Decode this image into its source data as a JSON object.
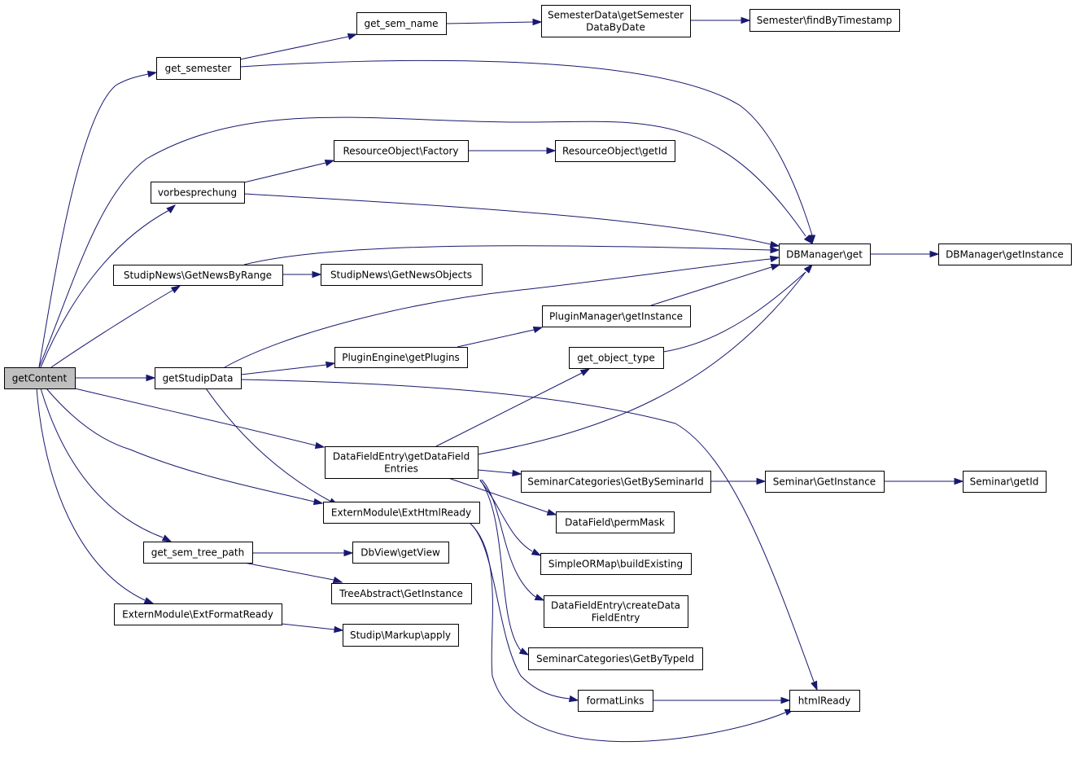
{
  "graph": {
    "colors": {
      "edge": "#191970",
      "node_border": "#000000",
      "node_fill": "#ffffff",
      "root_fill": "#bfbfbf"
    },
    "nodes": [
      {
        "id": "getContent",
        "lines": [
          "getContent"
        ],
        "root": true
      },
      {
        "id": "get_semester",
        "lines": [
          "get_semester"
        ]
      },
      {
        "id": "get_sem_name",
        "lines": [
          "get_sem_name"
        ]
      },
      {
        "id": "SemesterData_getSemesterDataByDate",
        "lines": [
          "SemesterData\\getSemester",
          "DataByDate"
        ]
      },
      {
        "id": "Semester_findByTimestamp",
        "lines": [
          "Semester\\findByTimestamp"
        ]
      },
      {
        "id": "vorbesprechung",
        "lines": [
          "vorbesprechung"
        ]
      },
      {
        "id": "ResourceObject_Factory",
        "lines": [
          "ResourceObject\\Factory"
        ]
      },
      {
        "id": "ResourceObject_getId",
        "lines": [
          "ResourceObject\\getId"
        ]
      },
      {
        "id": "DBManager_get",
        "lines": [
          "DBManager\\get"
        ]
      },
      {
        "id": "DBManager_getInstance",
        "lines": [
          "DBManager\\getInstance"
        ]
      },
      {
        "id": "StudipNews_GetNewsByRange",
        "lines": [
          "StudipNews\\GetNewsByRange"
        ]
      },
      {
        "id": "StudipNews_GetNewsObjects",
        "lines": [
          "StudipNews\\GetNewsObjects"
        ]
      },
      {
        "id": "PluginManager_getInstance",
        "lines": [
          "PluginManager\\getInstance"
        ]
      },
      {
        "id": "getStudipData",
        "lines": [
          "getStudipData"
        ]
      },
      {
        "id": "PluginEngine_getPlugins",
        "lines": [
          "PluginEngine\\getPlugins"
        ]
      },
      {
        "id": "get_object_type",
        "lines": [
          "get_object_type"
        ]
      },
      {
        "id": "DataFieldEntry_getDataFieldEntries",
        "lines": [
          "DataFieldEntry\\getDataField",
          "Entries"
        ]
      },
      {
        "id": "SeminarCategories_GetBySeminarId",
        "lines": [
          "SeminarCategories\\GetBySeminarId"
        ]
      },
      {
        "id": "Seminar_GetInstance",
        "lines": [
          "Seminar\\GetInstance"
        ]
      },
      {
        "id": "Seminar_getId",
        "lines": [
          "Seminar\\getId"
        ]
      },
      {
        "id": "ExternModule_ExtHtmlReady",
        "lines": [
          "ExternModule\\ExtHtmlReady"
        ]
      },
      {
        "id": "DataField_permMask",
        "lines": [
          "DataField\\permMask"
        ]
      },
      {
        "id": "get_sem_tree_path",
        "lines": [
          "get_sem_tree_path"
        ]
      },
      {
        "id": "DbView_getView",
        "lines": [
          "DbView\\getView"
        ]
      },
      {
        "id": "SimpleORMap_buildExisting",
        "lines": [
          "SimpleORMap\\buildExisting"
        ]
      },
      {
        "id": "TreeAbstract_GetInstance",
        "lines": [
          "TreeAbstract\\GetInstance"
        ]
      },
      {
        "id": "DataFieldEntry_createDataFieldEntry",
        "lines": [
          "DataFieldEntry\\createData",
          "FieldEntry"
        ]
      },
      {
        "id": "ExternModule_ExtFormatReady",
        "lines": [
          "ExternModule\\ExtFormatReady"
        ]
      },
      {
        "id": "Studip_Markup_apply",
        "lines": [
          "Studip\\Markup\\apply"
        ]
      },
      {
        "id": "SeminarCategories_GetByTypeId",
        "lines": [
          "SeminarCategories\\GetByTypeId"
        ]
      },
      {
        "id": "formatLinks",
        "lines": [
          "formatLinks"
        ]
      },
      {
        "id": "htmlReady",
        "lines": [
          "htmlReady"
        ]
      }
    ],
    "edges": [
      {
        "from": "getContent",
        "to": "get_semester"
      },
      {
        "from": "getContent",
        "to": "DBManager_get"
      },
      {
        "from": "getContent",
        "to": "vorbesprechung"
      },
      {
        "from": "getContent",
        "to": "StudipNews_GetNewsByRange"
      },
      {
        "from": "getContent",
        "to": "getStudipData"
      },
      {
        "from": "getContent",
        "to": "DataFieldEntry_getDataFieldEntries"
      },
      {
        "from": "getContent",
        "to": "ExternModule_ExtHtmlReady"
      },
      {
        "from": "getContent",
        "to": "get_sem_tree_path"
      },
      {
        "from": "getContent",
        "to": "ExternModule_ExtFormatReady"
      },
      {
        "from": "get_semester",
        "to": "get_sem_name"
      },
      {
        "from": "get_semester",
        "to": "DBManager_get"
      },
      {
        "from": "get_sem_name",
        "to": "SemesterData_getSemesterDataByDate"
      },
      {
        "from": "SemesterData_getSemesterDataByDate",
        "to": "Semester_findByTimestamp"
      },
      {
        "from": "vorbesprechung",
        "to": "ResourceObject_Factory"
      },
      {
        "from": "vorbesprechung",
        "to": "DBManager_get"
      },
      {
        "from": "ResourceObject_Factory",
        "to": "ResourceObject_getId"
      },
      {
        "from": "DBManager_get",
        "to": "DBManager_getInstance"
      },
      {
        "from": "StudipNews_GetNewsByRange",
        "to": "DBManager_get"
      },
      {
        "from": "StudipNews_GetNewsByRange",
        "to": "StudipNews_GetNewsObjects"
      },
      {
        "from": "getStudipData",
        "to": "DBManager_get"
      },
      {
        "from": "getStudipData",
        "to": "PluginEngine_getPlugins"
      },
      {
        "from": "getStudipData",
        "to": "htmlReady"
      },
      {
        "from": "getStudipData",
        "to": "ExternModule_ExtHtmlReady"
      },
      {
        "from": "PluginEngine_getPlugins",
        "to": "PluginManager_getInstance"
      },
      {
        "from": "PluginManager_getInstance",
        "to": "DBManager_get"
      },
      {
        "from": "get_object_type",
        "to": "DBManager_get"
      },
      {
        "from": "DataFieldEntry_getDataFieldEntries",
        "to": "DBManager_get"
      },
      {
        "from": "DataFieldEntry_getDataFieldEntries",
        "to": "get_object_type"
      },
      {
        "from": "DataFieldEntry_getDataFieldEntries",
        "to": "SeminarCategories_GetBySeminarId"
      },
      {
        "from": "DataFieldEntry_getDataFieldEntries",
        "to": "DataField_permMask"
      },
      {
        "from": "DataFieldEntry_getDataFieldEntries",
        "to": "SimpleORMap_buildExisting"
      },
      {
        "from": "DataFieldEntry_getDataFieldEntries",
        "to": "DataFieldEntry_createDataFieldEntry"
      },
      {
        "from": "DataFieldEntry_getDataFieldEntries",
        "to": "SeminarCategories_GetByTypeId"
      },
      {
        "from": "SeminarCategories_GetBySeminarId",
        "to": "Seminar_GetInstance"
      },
      {
        "from": "Seminar_GetInstance",
        "to": "Seminar_getId"
      },
      {
        "from": "ExternModule_ExtHtmlReady",
        "to": "formatLinks"
      },
      {
        "from": "ExternModule_ExtHtmlReady",
        "to": "htmlReady"
      },
      {
        "from": "get_sem_tree_path",
        "to": "DbView_getView"
      },
      {
        "from": "get_sem_tree_path",
        "to": "TreeAbstract_GetInstance"
      },
      {
        "from": "ExternModule_ExtFormatReady",
        "to": "Studip_Markup_apply"
      },
      {
        "from": "formatLinks",
        "to": "htmlReady"
      }
    ]
  }
}
